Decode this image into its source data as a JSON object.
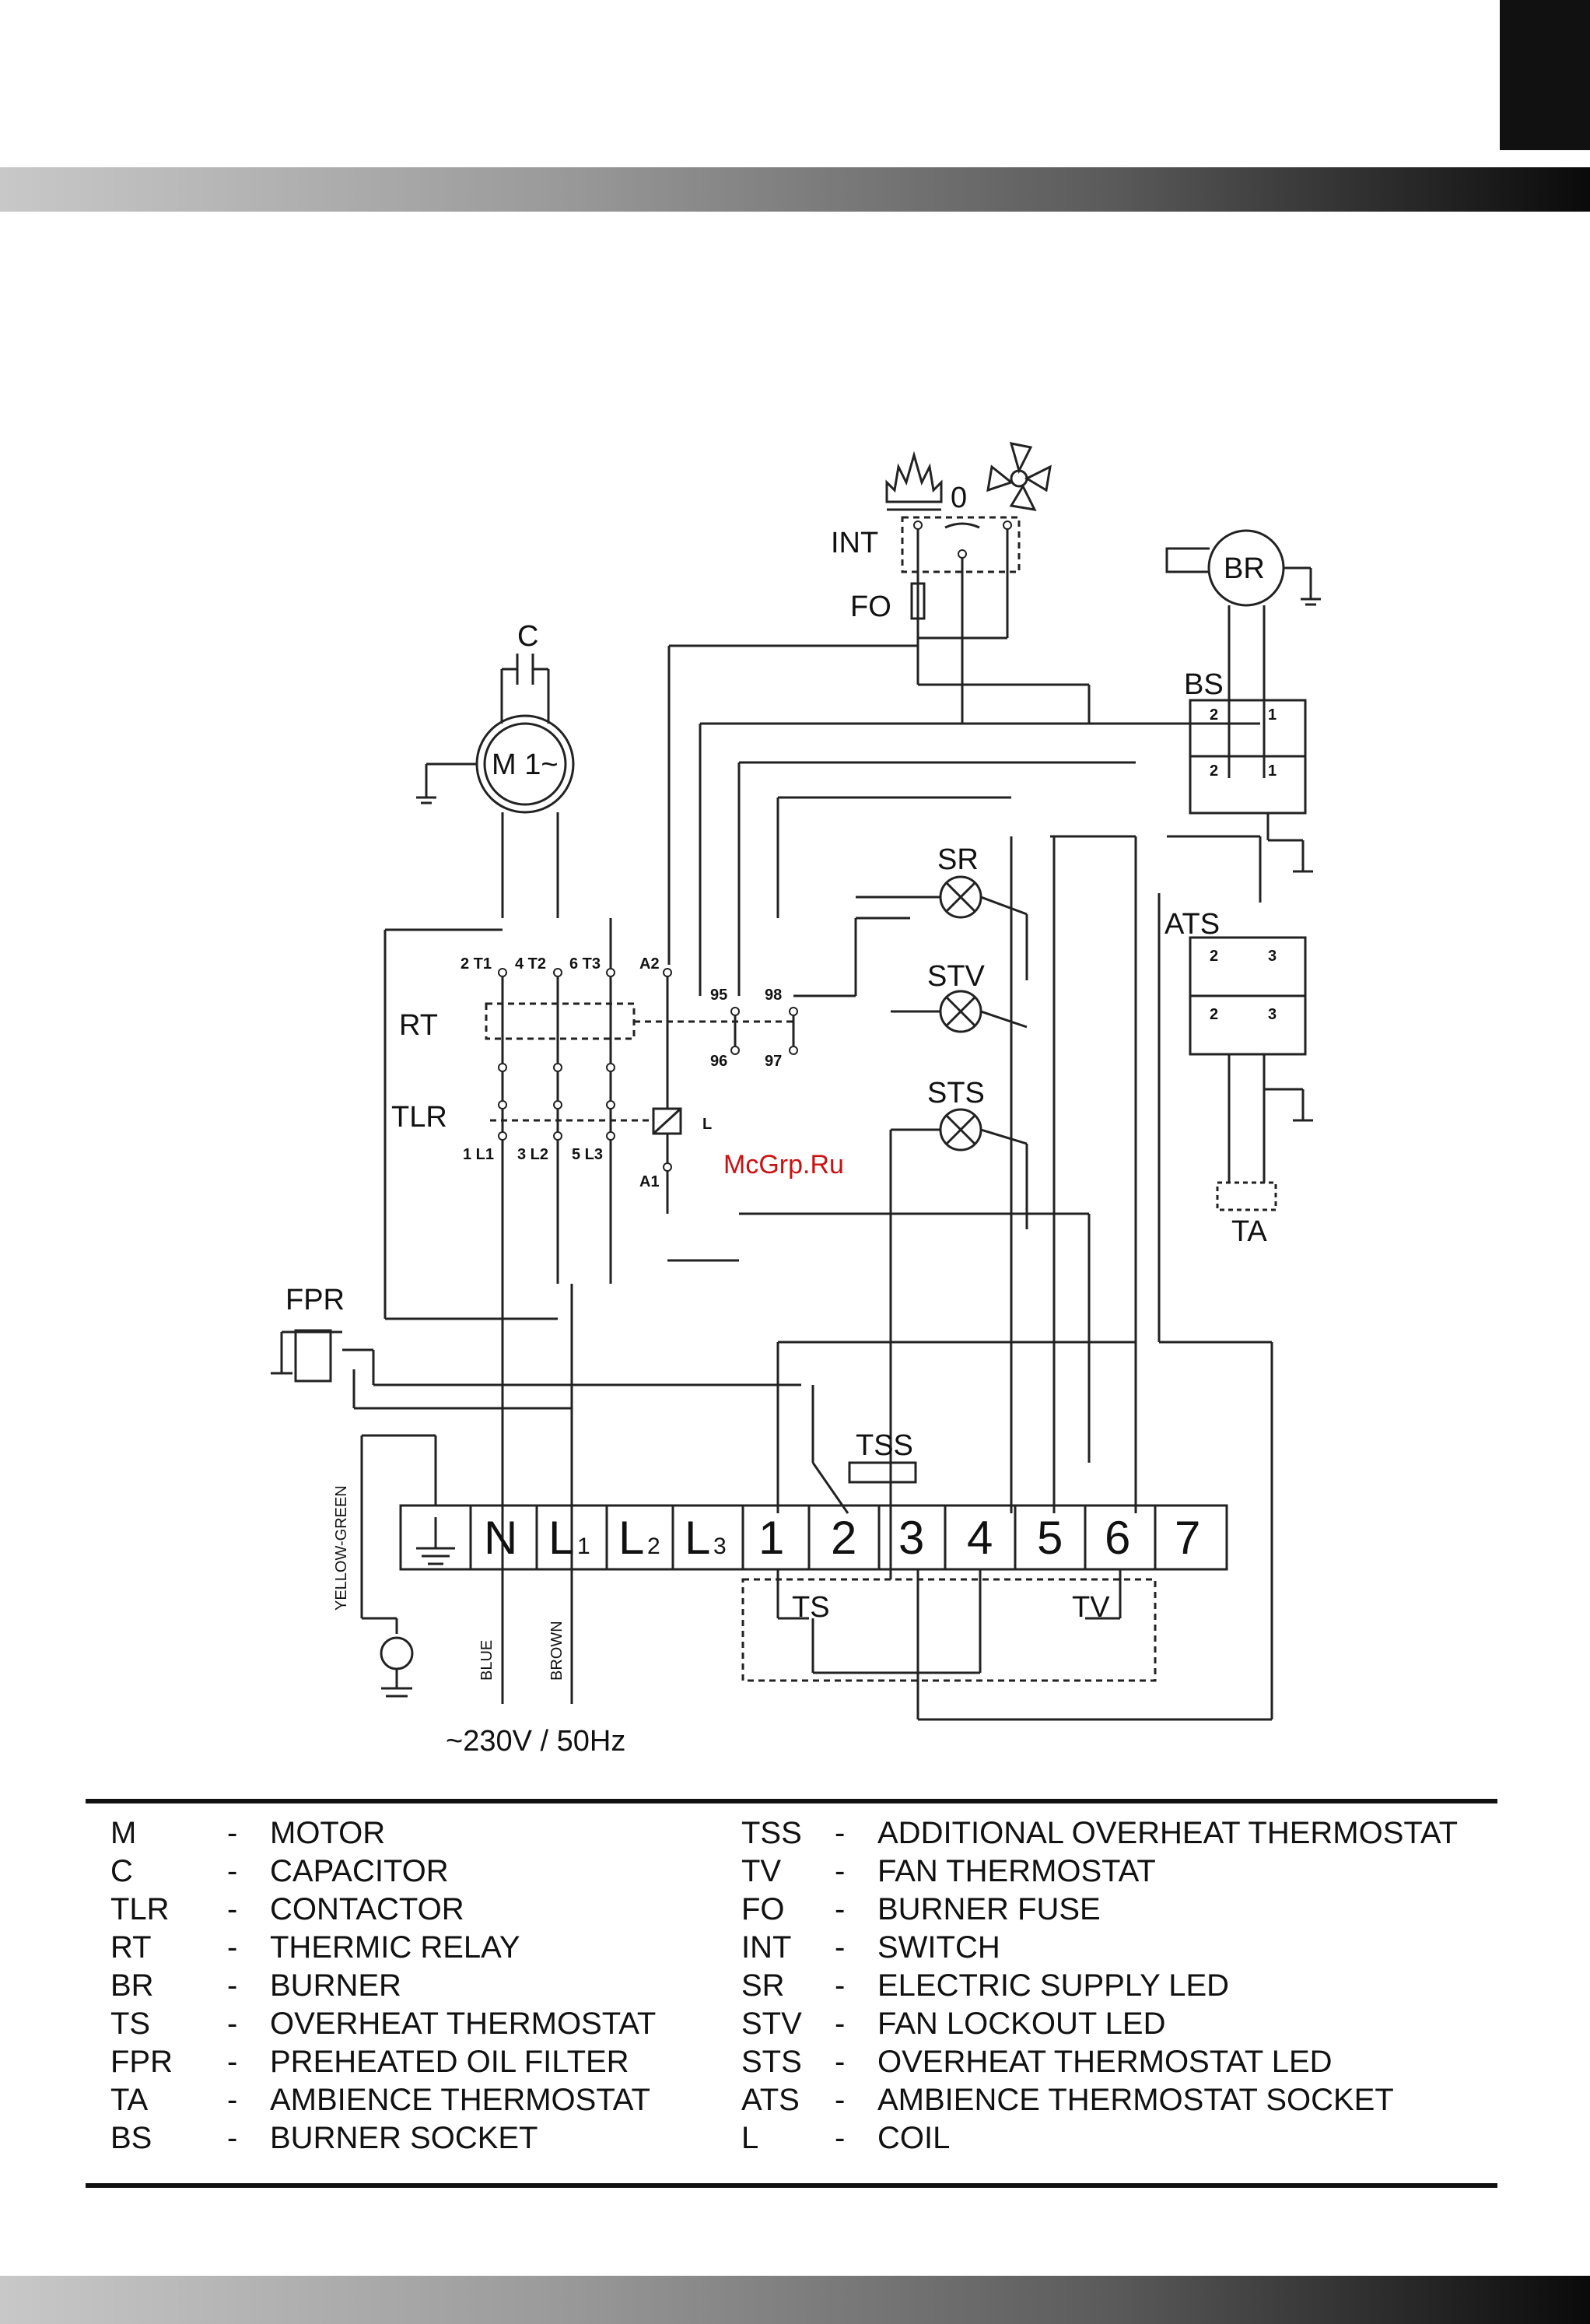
{
  "diagram": {
    "labels": {
      "capacitor": "C",
      "motor": "M 1~",
      "switch": "INT",
      "fuse": "FO",
      "switch_center": "0",
      "burner": "BR",
      "burner_socket": "BS",
      "ambience_socket": "ATS",
      "ambience_thermostat": "TA",
      "thermic_relay": "RT",
      "contactor": "TLR",
      "oil_filter": "FPR",
      "supply_led": "SR",
      "fan_lockout_led": "STV",
      "overheat_led": "STS",
      "overheat_thermostat": "TS",
      "fan_thermostat": "TV",
      "additional_thermostat": "TSS",
      "wire_yellow_green": "YELLOW-GREEN",
      "wire_blue": "BLUE",
      "wire_brown": "BROWN",
      "supply": "~230V / 50Hz",
      "watermark": "McGrp.Ru"
    },
    "contact_labels": {
      "t1": "2 T1",
      "t2": "4 T2",
      "t3": "6 T3",
      "l1": "1 L1",
      "l2": "3 L2",
      "l3": "5 L3",
      "a1": "A1",
      "a2": "A2",
      "coil": "L",
      "c95": "95",
      "c96": "96",
      "c97": "97",
      "c98": "98",
      "bs_2a": "2",
      "bs_1a": "1",
      "bs_2b": "2",
      "bs_1b": "1",
      "ats_2a": "2",
      "ats_3a": "3",
      "ats_2b": "2",
      "ats_3b": "3"
    },
    "terminals": {
      "n": "N",
      "l1_main": "L",
      "l1_sub": "1",
      "l2_main": "L",
      "l2_sub": "2",
      "l3_main": "L",
      "l3_sub": "3",
      "t1": "1",
      "t2": "2",
      "t3": "3",
      "t4": "4",
      "t5": "5",
      "t6": "6",
      "t7": "7"
    }
  },
  "legend": {
    "left": [
      {
        "code": "M",
        "dash": "-",
        "desc": "MOTOR"
      },
      {
        "code": "C",
        "dash": "-",
        "desc": "CAPACITOR"
      },
      {
        "code": "TLR",
        "dash": "-",
        "desc": "CONTACTOR"
      },
      {
        "code": "RT",
        "dash": "-",
        "desc": "THERMIC RELAY"
      },
      {
        "code": "BR",
        "dash": "-",
        "desc": "BURNER"
      },
      {
        "code": "TS",
        "dash": "-",
        "desc": "OVERHEAT THERMOSTAT"
      },
      {
        "code": "FPR",
        "dash": "-",
        "desc": "PREHEATED OIL FILTER"
      },
      {
        "code": "TA",
        "dash": "-",
        "desc": "AMBIENCE THERMOSTAT"
      },
      {
        "code": "BS",
        "dash": "-",
        "desc": "BURNER SOCKET"
      }
    ],
    "right": [
      {
        "code": "TSS",
        "dash": "-",
        "desc": "ADDITIONAL OVERHEAT THERMOSTAT"
      },
      {
        "code": "TV",
        "dash": "-",
        "desc": "FAN THERMOSTAT"
      },
      {
        "code": "FO",
        "dash": "-",
        "desc": "BURNER FUSE"
      },
      {
        "code": "INT",
        "dash": "-",
        "desc": "SWITCH"
      },
      {
        "code": "SR",
        "dash": "-",
        "desc": "ELECTRIC SUPPLY LED"
      },
      {
        "code": "STV",
        "dash": "-",
        "desc": "FAN LOCKOUT LED"
      },
      {
        "code": "STS",
        "dash": "-",
        "desc": "OVERHEAT THERMOSTAT LED"
      },
      {
        "code": "ATS",
        "dash": "-",
        "desc": "AMBIENCE THERMOSTAT SOCKET"
      },
      {
        "code": "L",
        "dash": "-",
        "desc": "COIL"
      }
    ]
  }
}
